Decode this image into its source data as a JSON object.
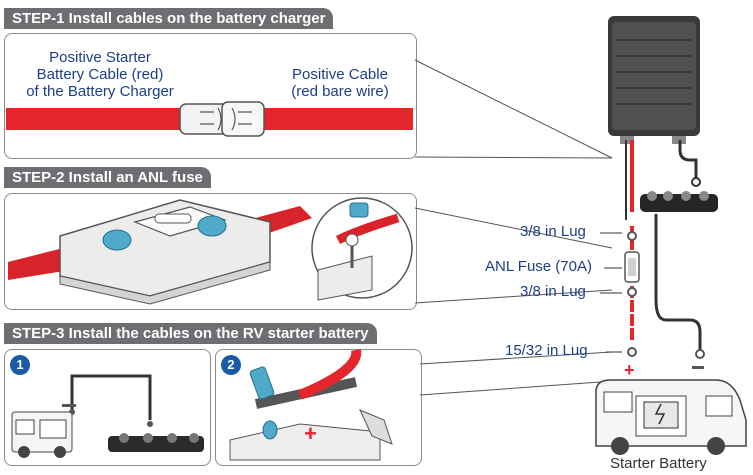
{
  "step1": {
    "title": "STEP-1 Install cables on the battery charger",
    "left_label": [
      "Positive Starter",
      "Battery Cable (red)",
      "of the Battery Charger"
    ],
    "right_label": [
      "Positive Cable",
      "(red bare wire)"
    ]
  },
  "step2": {
    "title": "STEP-2 Install an ANL fuse"
  },
  "step3": {
    "title": "STEP-3 Install the cables on the RV starter battery",
    "badge1": "1",
    "badge2": "2"
  },
  "right": {
    "lug1": "3/8 in Lug",
    "fuse": "ANL Fuse (70A)",
    "lug2": "3/8 in Lug",
    "lug3": "15/32 in Lug",
    "caption": "Starter Battery"
  },
  "colors": {
    "header_bg": "#6d6e71",
    "cable_red": "#e4262c",
    "label_blue": "#1d3f8a",
    "badge_blue": "#1a5ba6",
    "anl_fuse_blue": "#4fa9c9"
  }
}
